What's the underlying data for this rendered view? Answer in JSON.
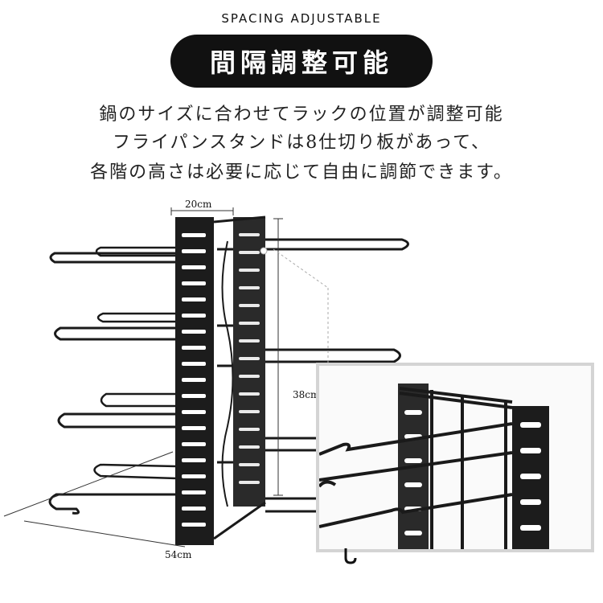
{
  "header": {
    "eyebrow": "SPACING ADJUSTABLE",
    "title": "間隔調整可能"
  },
  "description": {
    "line1": "鍋のサイズに合わせてラックの位置が調整可能",
    "line2": "フライパンスタンドは8仕切り板があって、",
    "line3": "各階の高さは必要に応じて自由に調節できます。"
  },
  "dimensions": {
    "width_label": "20cm",
    "height_label": "38cm",
    "length_label": "54cm"
  },
  "colors": {
    "pill_bg": "#111111",
    "frame": "#1a1a1a",
    "inset_border": "#d4d4d4"
  }
}
